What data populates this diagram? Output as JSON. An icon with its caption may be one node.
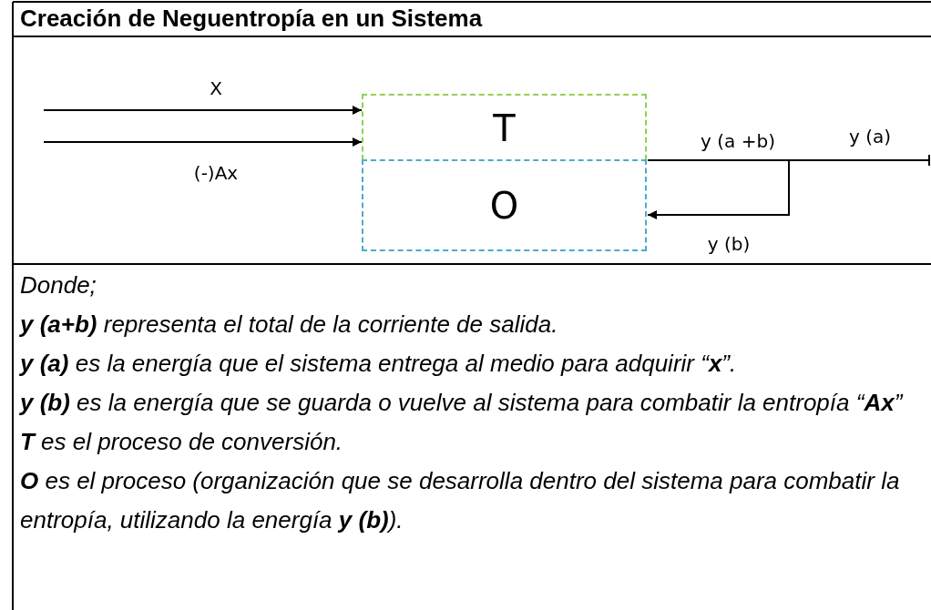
{
  "diagram": {
    "title": "Creación de Neguentropía en un Sistema",
    "nodes": [
      {
        "text": [
          "T"
        ]
      },
      {
        "text": [
          "O"
        ]
      }
    ],
    "edges": [
      {
        "from": null,
        "to": 0,
        "arrow": "to",
        "label": "X"
      },
      {
        "from": null,
        "to": 0,
        "arrow": "to",
        "label": "(-)Ax"
      },
      {
        "from": 0,
        "to": null,
        "arrow": "other",
        "label": "y (a)"
      },
      {
        "from": 0,
        "to": 1,
        "arrow": "to",
        "label": "y (b)"
      }
    ],
    "labels": [
      "y (a +b)",
      "Donde;",
      "**y (a+b)** representa el total de la corriente de salida.",
      "**y (a)** es la energía que el sistema entrega al medio para adquirir “**x**”.",
      "**y (b)** es la energía que se guarda o vuelve al sistema para combatir la entropía “**Ax**”",
      "**T** es el proceso de conversión.",
      "**O** es el proceso (organización que se desarrolla dentro del sistema para combatir la entropía, utilizando la energía **y (b)**)."
    ]
  }
}
